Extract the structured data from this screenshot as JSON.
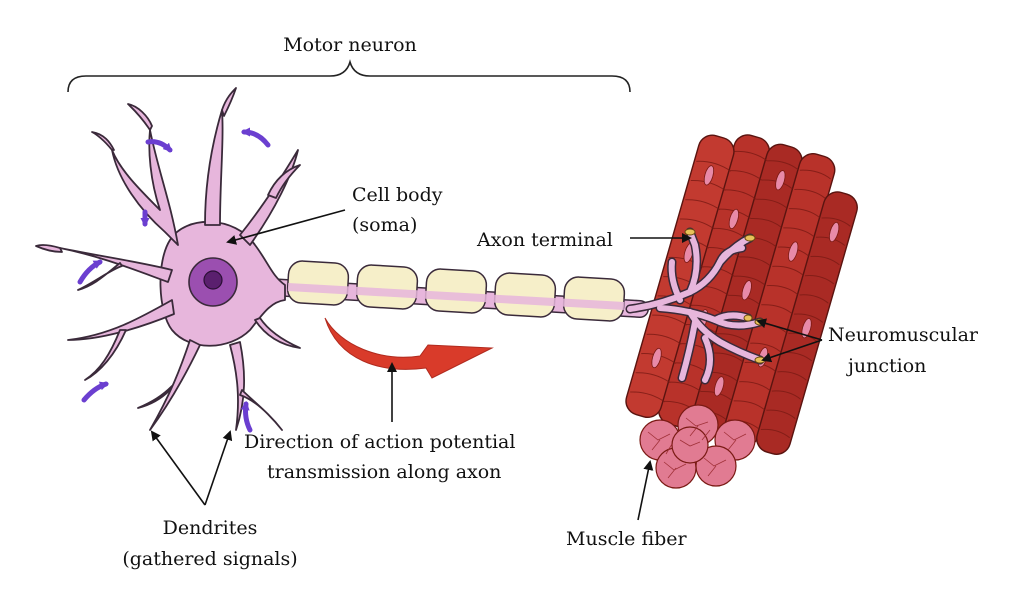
{
  "labels": {
    "motor_neuron": "Motor neuron",
    "cell_body_line1": "Cell body",
    "cell_body_line2": "(soma)",
    "axon_terminal": "Axon terminal",
    "nmj_line1": "Neuromuscular",
    "nmj_line2": "junction",
    "direction_line1": "Direction of action potential",
    "direction_line2": "transmission along axon",
    "dendrites_line1": "Dendrites",
    "dendrites_line2": "(gathered signals)",
    "muscle_fiber": "Muscle fiber"
  },
  "colors": {
    "neuron_fill": "#e7b6dc",
    "neuron_outline": "#3a2a3a",
    "nucleus": "#9b4fb0",
    "nucleolus": "#5a1f6e",
    "myelin": "#f6efc9",
    "signal_arrow": "#d93b2a",
    "dendrite_arrows": "#6b3fd0",
    "muscle": "#b8322a",
    "muscle_dark": "#8a1f1a",
    "muscle_nuclei": "#e88aa8",
    "label_text": "#111111"
  }
}
